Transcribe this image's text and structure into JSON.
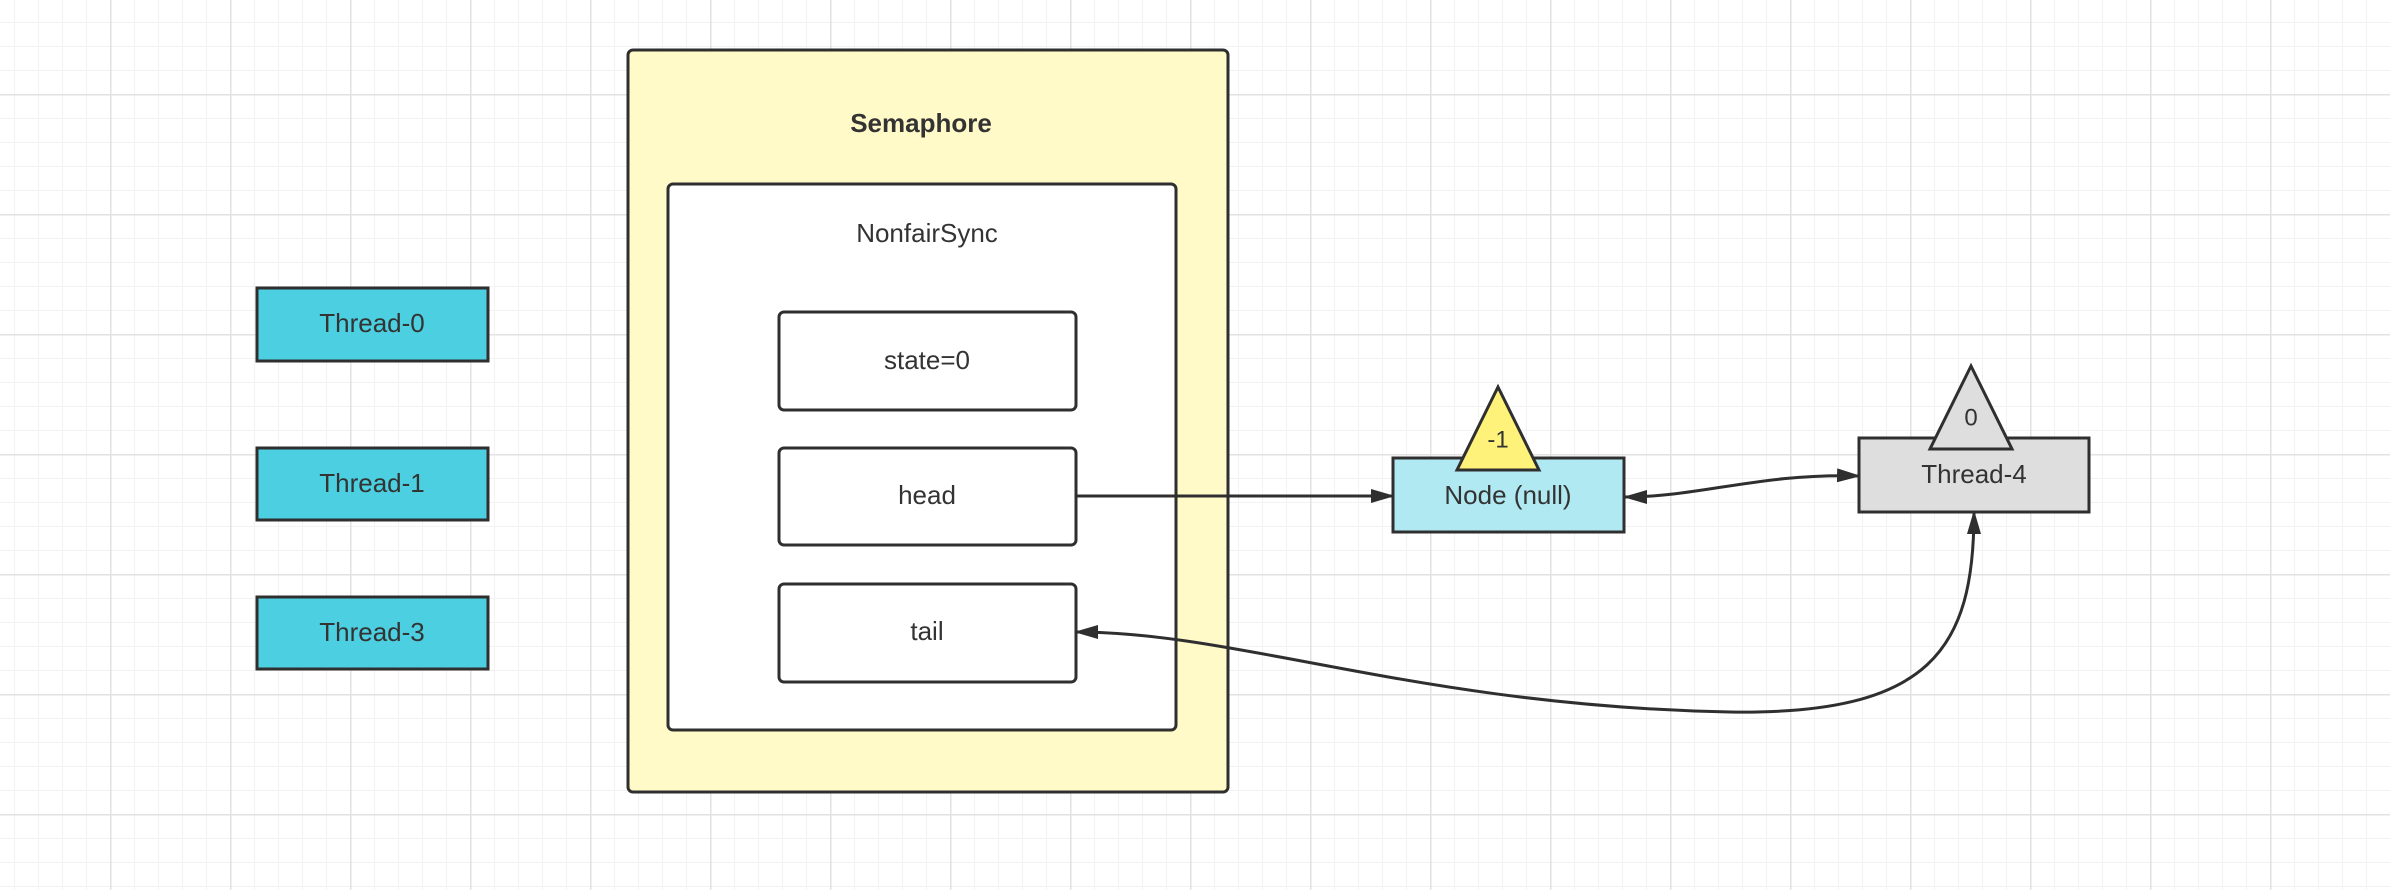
{
  "threads": [
    {
      "label": "Thread-0"
    },
    {
      "label": "Thread-1"
    },
    {
      "label": "Thread-3"
    }
  ],
  "semaphore": {
    "title": "Semaphore",
    "sync": {
      "title": "NonfairSync",
      "state_label": "state=0",
      "head_label": "head",
      "tail_label": "tail"
    }
  },
  "queue": {
    "head_node": {
      "label": "Node (null)",
      "wait_status": "-1"
    },
    "thread4_node": {
      "label": "Thread-4",
      "wait_status": "0"
    }
  },
  "colors": {
    "thread_fill": "#4ccfe0",
    "semaphore_fill": "#fffac7",
    "head_node_fill": "#b0e9f2",
    "status_triangle_yellow": "#fff27a",
    "thread4_fill": "#dedede",
    "stroke": "#2f2f2f"
  }
}
